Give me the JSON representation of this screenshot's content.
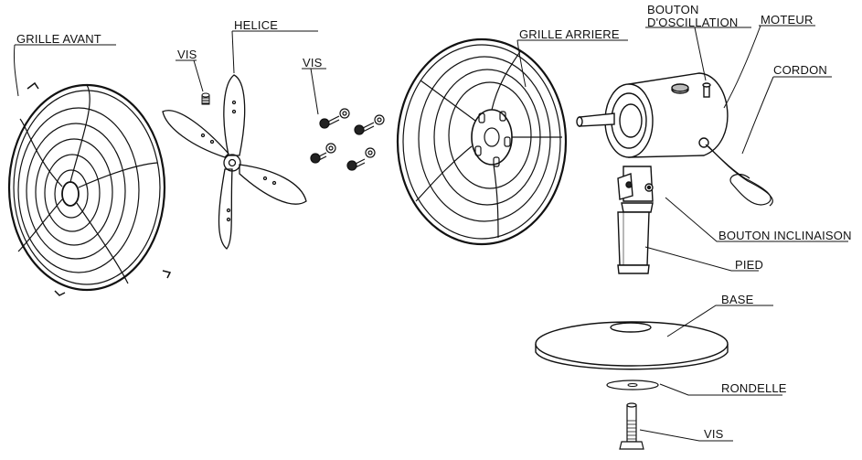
{
  "labels": {
    "grille_avant": "GRILLE AVANT",
    "helice": "HELICE",
    "vis_small": "VIS",
    "vis_group": "VIS",
    "grille_arriere": "GRILLE ARRIERE",
    "bouton_oscillation_1": "BOUTON",
    "bouton_oscillation_2": "D'OSCILLATION",
    "moteur": "MOTEUR",
    "cordon": "CORDON",
    "bouton_inclinaison": "BOUTON INCLINAISON",
    "pied": "PIED",
    "base": "BASE",
    "rondelle": "RONDELLE",
    "vis_bottom": "VIS"
  },
  "colors": {
    "line": "#111111",
    "fill": "#ffffff",
    "shade": "#d9d9d9"
  }
}
